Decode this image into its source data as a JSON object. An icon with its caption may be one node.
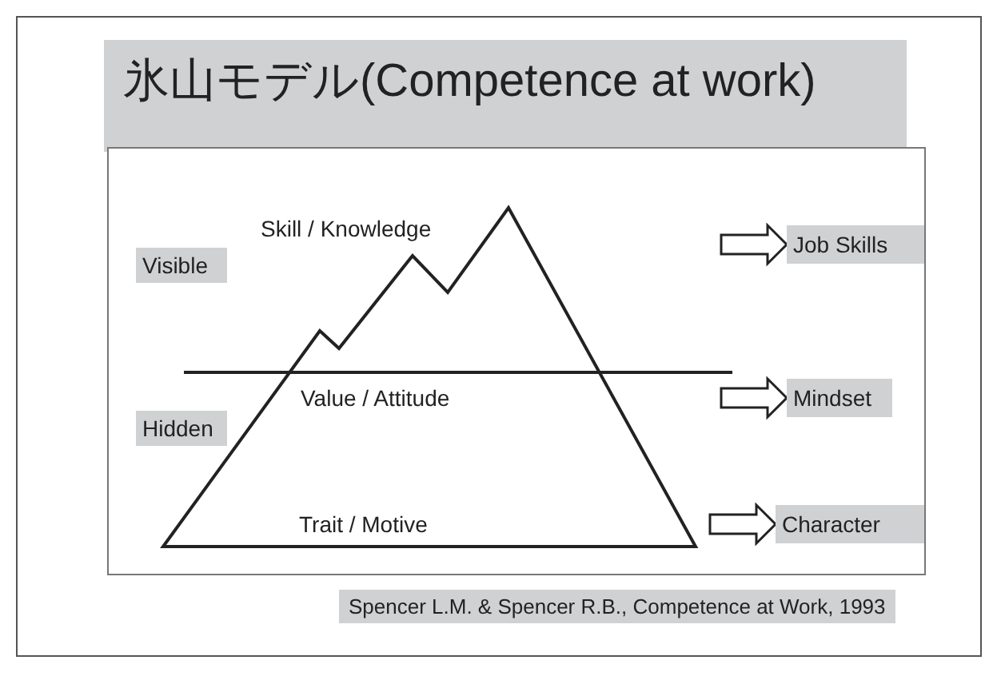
{
  "diagram": {
    "title": "氷山モデル(Competence at work)",
    "nodes": [
      {
        "text": [
          "Visible"
        ]
      },
      {
        "text": [
          "Hidden"
        ]
      },
      {
        "text": [
          "Job Skills"
        ]
      },
      {
        "text": [
          "Mindset"
        ]
      },
      {
        "text": [
          "Character"
        ]
      }
    ],
    "edges": [
      {
        "from": null,
        "to": 2,
        "arrow": "to"
      },
      {
        "from": null,
        "to": 3,
        "arrow": "to"
      },
      {
        "from": null,
        "to": 4,
        "arrow": "to"
      }
    ],
    "labels": [
      "Skill / Knowledge",
      "Value / Attitude",
      "Trait / Motive"
    ],
    "caption": "Spencer L.M. & Spencer R.B., Competence at Work, 1993"
  }
}
